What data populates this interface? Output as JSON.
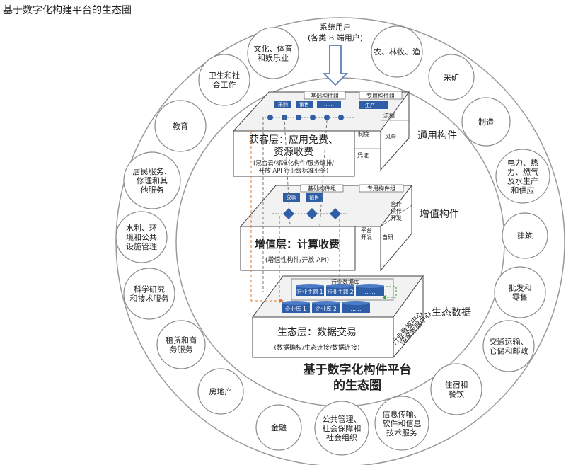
{
  "page_title": "基于数字化构建平台的生态圈",
  "sector_circles": [
    [
      "文化、体育",
      "和娱乐业"
    ],
    [
      "农、林牧、渔"
    ],
    [
      "采矿"
    ],
    [
      "制造"
    ],
    [
      "电力、热",
      "力、燃气",
      "及水生产",
      "和供应"
    ],
    [
      "建筑"
    ],
    [
      "批发和",
      "零售"
    ],
    [
      "交通运输、",
      "仓储和邮政"
    ],
    [
      "住宿和",
      "餐饮"
    ],
    [
      "信息传输、",
      "软件和信息",
      "技术服务"
    ],
    [
      "公共管理、",
      "社会保障和",
      "社会组织"
    ],
    [
      "金融"
    ],
    [
      "房地产"
    ],
    [
      "租赁和商",
      "务服务"
    ],
    [
      "科学研究",
      "和技术服务"
    ],
    [
      "水利、环",
      "境和公共",
      "设施管理"
    ],
    [
      "居民服务、",
      "修理和其",
      "他服务"
    ],
    [
      "教育"
    ],
    [
      "卫生和社",
      "会工作"
    ]
  ],
  "system_user": [
    "系统用户",
    "(各类 B 端用户)"
  ],
  "side_labels": {
    "general": "通用构件",
    "value_added": "增值构件",
    "ecological": "生态数据"
  },
  "layer1": {
    "top_left": "基础构件组",
    "top_right": "专用构件组",
    "chips": [
      "采购",
      "销售",
      "……"
    ],
    "right_chip": "生产",
    "side_cells": [
      "流程",
      "制度",
      "风险",
      "凭证"
    ],
    "title": [
      "获客层：应用免费、",
      "资源收费"
    ],
    "sub": [
      "(混合云/标准化构件/服务编排/",
      "开放 API 行业级标准业务)"
    ]
  },
  "layer2": {
    "top_left": "基础构件组",
    "top_right": "专用构件组",
    "chips": [
      "采购",
      "销售"
    ],
    "side_cells": [
      "合作",
      "伙伴",
      "开发",
      "平台",
      "开发",
      "自研"
    ],
    "title": "增值层：计算收费",
    "sub": "(增值性构件/开放 API)"
  },
  "layer3": {
    "db_label": "行业数据库",
    "topics": [
      "行业主题 1",
      "行业主题 2",
      "……"
    ],
    "stores": [
      "企业库 1",
      "企业库 2",
      "……"
    ],
    "side_text": [
      "行业数据中心",
      "国家数据中心"
    ],
    "title": "生态层：数据交易",
    "sub": "(数据确权/生态连接/数据连接)"
  },
  "center_caption": [
    "基于数字化构件平台",
    "的生态圈"
  ],
  "colors": {
    "chip_blue": "#2f5da6",
    "cyl_blue": "#2e5ea8",
    "arrow_orange": "#e07a2e",
    "link_green": "#3a9a3a"
  }
}
